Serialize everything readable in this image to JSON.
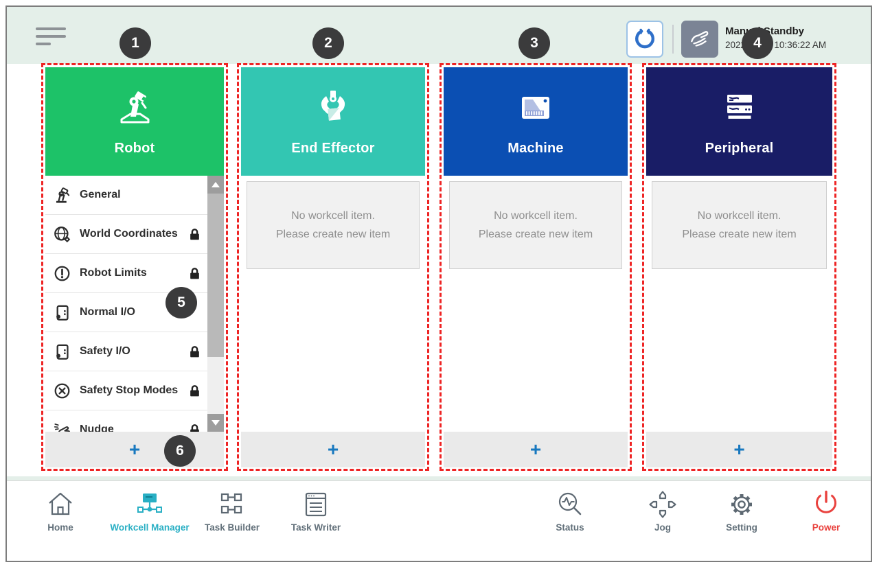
{
  "header": {
    "status_title": "Manual Standby",
    "status_datetime": "2022.12.22 10:36:22 AM"
  },
  "callouts": {
    "c1": "1",
    "c2": "2",
    "c3": "3",
    "c4": "4",
    "c5": "5",
    "c6": "6"
  },
  "columns": {
    "robot": {
      "title": "Robot",
      "color": "#1dc268"
    },
    "end_effector": {
      "title": "End Effector",
      "color": "#33c6b2"
    },
    "machine": {
      "title": "Machine",
      "color": "#0b4fb3"
    },
    "peripheral": {
      "title": "Peripheral",
      "color": "#191d66"
    }
  },
  "robot_menu": {
    "items": [
      {
        "label": "General",
        "locked": false
      },
      {
        "label": "World Coordinates",
        "locked": true
      },
      {
        "label": "Robot Limits",
        "locked": true
      },
      {
        "label": "Normal I/O",
        "locked": false
      },
      {
        "label": "Safety I/O",
        "locked": true
      },
      {
        "label": "Safety Stop Modes",
        "locked": true
      },
      {
        "label": "Nudge",
        "locked": true
      }
    ]
  },
  "empty_state": {
    "line1": "No workcell item.",
    "line2": "Please create new item"
  },
  "add_button": {
    "label": "+"
  },
  "nav": {
    "home": "Home",
    "workcell_manager": "Workcell Manager",
    "task_builder": "Task Builder",
    "task_writer": "Task Writer",
    "status": "Status",
    "jog": "Jog",
    "setting": "Setting",
    "power": "Power"
  },
  "icons": {
    "top_left": "menu-icon",
    "top_right": [
      "gripper-icon",
      "hand-teach-icon"
    ],
    "robot_menu": [
      "robot-arm-icon",
      "world-coordinates-icon",
      "robot-limits-icon",
      "io-icon",
      "io-icon",
      "safety-stop-icon",
      "nudge-hand-icon",
      "lock-icon"
    ],
    "nav": [
      "home-icon",
      "workcell-manager-icon",
      "task-builder-icon",
      "task-writer-icon",
      "status-icon",
      "jog-icon",
      "setting-icon",
      "power-icon"
    ]
  },
  "colors": {
    "page_bg": "#e4efe9",
    "frame_border": "#7d7d7d",
    "annotation_red": "#ee2424",
    "callout_bg": "#3b3b3c",
    "robot_green": "#1dc268",
    "end_effector_teal": "#33c6b2",
    "machine_blue": "#0b4fb3",
    "peripheral_navy": "#191d66",
    "add_plus_blue": "#1878bf",
    "nav_active_teal": "#29afc4",
    "power_red": "#e9423e"
  }
}
